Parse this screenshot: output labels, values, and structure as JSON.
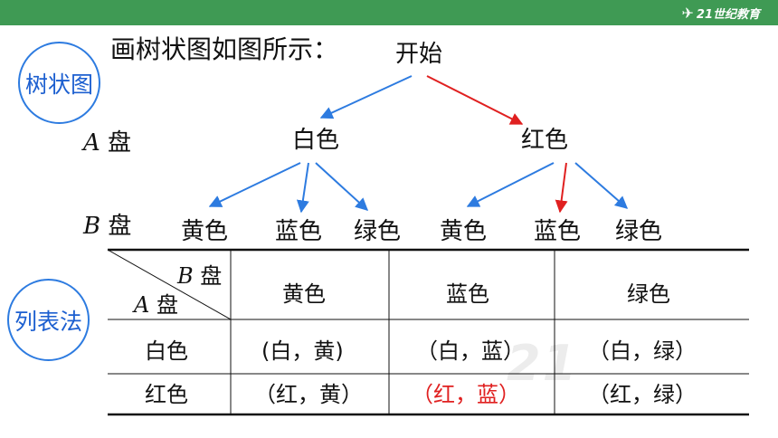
{
  "header": {
    "logo_text": "21世纪教育",
    "bar_color": "#3f9a54"
  },
  "badges": {
    "tree": "树状图",
    "table": "列表法"
  },
  "title": "画树状图如图所示：",
  "tree": {
    "root": "开始",
    "level1_prefix": "A",
    "level1_suffix": "盘",
    "level1": [
      "白色",
      "红色"
    ],
    "level2_prefix": "B",
    "level2_suffix": "盘",
    "level2": [
      "黄色",
      "蓝色",
      "绿色",
      "黄色",
      "蓝色",
      "绿色"
    ]
  },
  "table": {
    "corner_b": "B",
    "corner_b_suffix": "盘",
    "corner_a": "A",
    "corner_a_suffix": "盘",
    "columns": [
      "黄色",
      "蓝色",
      "绿色"
    ],
    "rows": [
      {
        "label": "白色",
        "cells": [
          "(白，黄)",
          "（白，蓝）",
          "（白，绿）"
        ]
      },
      {
        "label": "红色",
        "cells": [
          "（红，黄）",
          "（红，蓝）",
          "（红，绿）"
        ]
      }
    ]
  },
  "colors": {
    "blue_arrow": "#2d7be0",
    "red_arrow": "#e02020",
    "highlight": "#e02020"
  }
}
